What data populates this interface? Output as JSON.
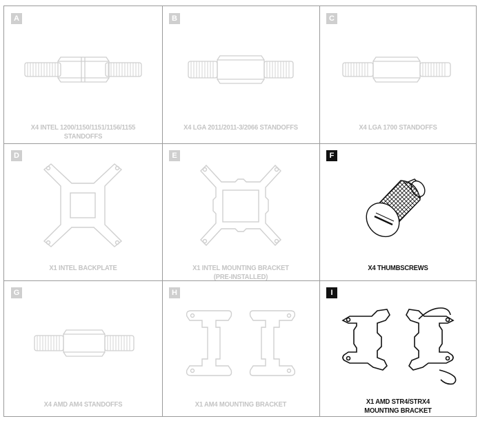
{
  "items": [
    {
      "letter": "A",
      "line1": "X4 INTEL 1200/1150/1151/1156/1155",
      "line2": "STANDOFFS",
      "highlight": false,
      "icon": "intel-standoff-icon"
    },
    {
      "letter": "B",
      "line1": "X4 LGA 2011/2011-3/2066 STANDOFFS",
      "line2": "",
      "highlight": false,
      "icon": "lga2011-standoff-icon"
    },
    {
      "letter": "C",
      "line1": "X4 LGA 1700 STANDOFFS",
      "line2": "",
      "highlight": false,
      "icon": "lga1700-standoff-icon"
    },
    {
      "letter": "D",
      "line1": "X1 INTEL BACKPLATE",
      "line2": "",
      "highlight": false,
      "icon": "intel-backplate-icon"
    },
    {
      "letter": "E",
      "line1": "X1 INTEL MOUNTING BRACKET",
      "line2": "(PRE-INSTALLED)",
      "highlight": false,
      "icon": "intel-mounting-bracket-icon"
    },
    {
      "letter": "F",
      "line1": "X4 THUMBSCREWS",
      "line2": "",
      "highlight": true,
      "icon": "thumbscrew-icon"
    },
    {
      "letter": "G",
      "line1": "X4 AMD AM4 STANDOFFS",
      "line2": "",
      "highlight": false,
      "icon": "amd-am4-standoff-icon"
    },
    {
      "letter": "H",
      "line1": "X1 AM4 MOUNTING BRACKET",
      "line2": "",
      "highlight": false,
      "icon": "am4-mounting-bracket-icon"
    },
    {
      "letter": "I",
      "line1": "X1 AMD STR4/STRX4",
      "line2": "MOUNTING BRACKET",
      "highlight": true,
      "icon": "amd-str4-bracket-icon"
    }
  ],
  "colors": {
    "faded": "#c4c4c4",
    "dark": "#111111",
    "border": "#9a9a9a"
  }
}
